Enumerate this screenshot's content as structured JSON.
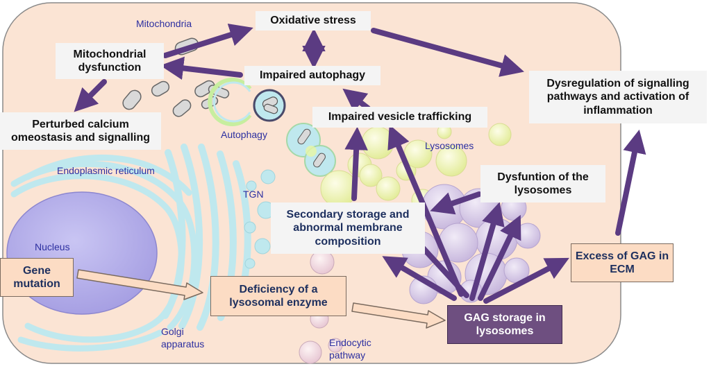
{
  "diagram": {
    "boxes": {
      "oxidative_stress": "Oxidative stress",
      "mito_dysfunction": "Mitochondrial dysfunction",
      "impaired_autophagy": "Impaired autophagy",
      "impaired_vesicle": "Impaired vesicle trafficking",
      "dysregulation": "Dysregulation of signalling pathways and activation of inflammation",
      "calcium": "Perturbed calcium\nomeostasis and signalling",
      "dysfunction_lysosomes": "Dysfuntion of the lysosomes",
      "secondary_storage": "Secondary storage and abnormal membrane composition",
      "gene_mutation": "Gene\nmutation",
      "deficiency": "Deficiency of a lysosomal enzyme",
      "gag_storage": "GAG storage in lysosomes",
      "excess_gag": "Excess of GAG in ECM"
    },
    "labels": {
      "mitochondria": "Mitochondria",
      "autophagy": "Autophagy",
      "lysosomes": "Lysosomes",
      "er": "Endoplasmic reticulum",
      "tgn": "TGN",
      "nucleus": "Nucleus",
      "golgi": "Golgi\napparatus",
      "endocytic": "Endocytic\npathway"
    },
    "colors": {
      "cell_fill": "#fbe4d4",
      "cell_border": "#8a8a8a",
      "arrow_purple": "#5b3b82",
      "organelle_blue": "#bfe8ee",
      "nucleus_fill": "#b8b3ea",
      "lysosome_yellow": "#f3f6c2",
      "gag_purple": "#d9cfe8",
      "peach_box": "#fcdcc4",
      "purple_box": "#6e4f80",
      "label_blue": "#2c2fa0",
      "text_navy": "#1d2f5e"
    }
  }
}
